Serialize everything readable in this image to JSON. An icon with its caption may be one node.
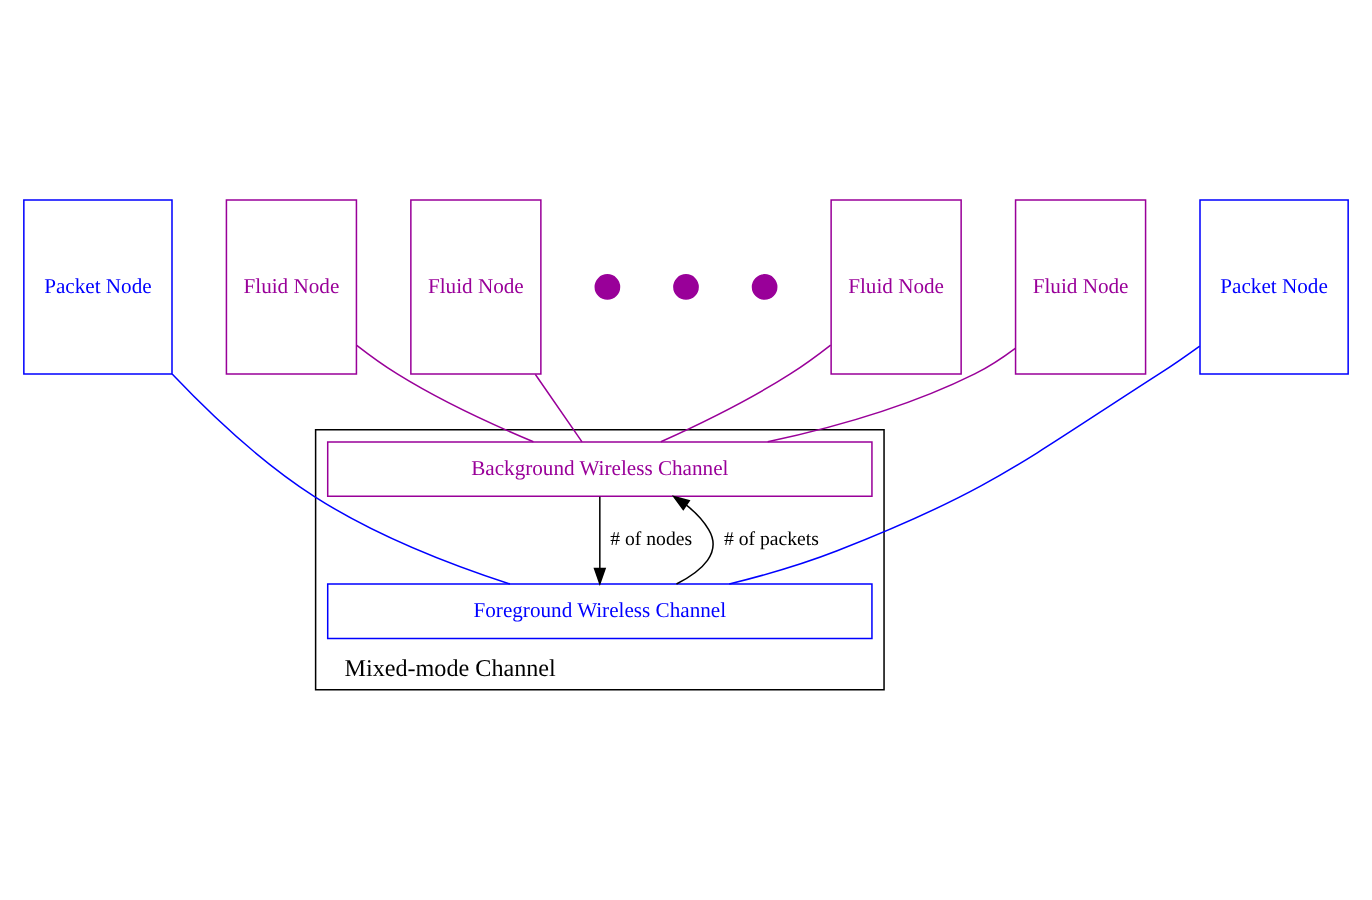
{
  "diagram": {
    "nodes": [
      {
        "text": [
          "Packet Node"
        ]
      },
      {
        "text": [
          "Fluid Node"
        ]
      },
      {
        "text": [
          "Fluid Node"
        ]
      },
      {
        "text": [],
        "shape": "circle"
      },
      {
        "text": [],
        "shape": "circle"
      },
      {
        "text": [],
        "shape": "circle"
      },
      {
        "text": [
          "Fluid Node"
        ]
      },
      {
        "text": [
          "Fluid Node"
        ]
      },
      {
        "text": [
          "Packet Node"
        ]
      },
      {
        "text": [
          "Mixed-mode Channel"
        ]
      },
      {
        "text": [
          "Background Wireless Channel"
        ],
        "in": 9
      },
      {
        "text": [
          "Foreground Wireless Channel"
        ],
        "in": 9
      }
    ],
    "edges": [
      {
        "from": 0,
        "to": 11,
        "arrow": "none",
        "color": "#0000ff"
      },
      {
        "from": 1,
        "to": 10,
        "arrow": "none"
      },
      {
        "from": 2,
        "to": 10,
        "arrow": "none"
      },
      {
        "from": 6,
        "to": 10,
        "arrow": "none"
      },
      {
        "from": 7,
        "to": 10,
        "arrow": "none"
      },
      {
        "from": 8,
        "to": 11,
        "arrow": "none",
        "color": "#0000ff"
      },
      {
        "from": 11,
        "to": 10,
        "arrow": "to",
        "label": "# of packets",
        "color": "#000000"
      },
      {
        "from": 10,
        "to": 11,
        "arrow": "to",
        "label": "# of nodes",
        "color": "#000000"
      }
    ]
  }
}
